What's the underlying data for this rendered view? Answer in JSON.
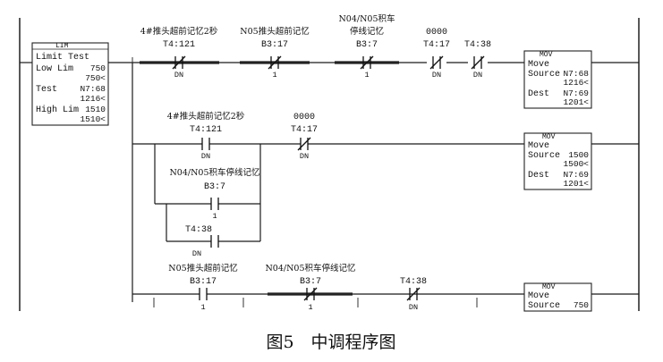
{
  "lim_block": {
    "title": "LIM",
    "name": "Limit Test",
    "low_label": "Low Lim",
    "low_value": "750",
    "low_actual": "750<",
    "test_label": "Test",
    "test_value": "N7:68",
    "test_actual": "1216<",
    "high_label": "High Lim",
    "high_value": "1510",
    "high_actual": "1510<"
  },
  "rung1": {
    "c1": {
      "label": "4#推头超前记忆2秒",
      "addr": "T4:121",
      "sub": "DN"
    },
    "c2": {
      "label": "N05推头超前记忆",
      "addr": "B3:17",
      "sub": "1"
    },
    "c3": {
      "label1": "N04/N05积车",
      "label2": "停线记忆",
      "addr": "B3:7",
      "sub": "1"
    },
    "c4": {
      "label": "0000",
      "addr": "T4:17",
      "sub": "DN"
    },
    "c5": {
      "addr": "T4:38",
      "sub": "DN"
    },
    "mov": {
      "title": "MOV",
      "name": "Move",
      "source_label": "Source",
      "source_value": "N7:68",
      "source_actual": "1216<",
      "dest_label": "Dest",
      "dest_value": "N7:69",
      "dest_actual": "1201<"
    }
  },
  "rung2": {
    "c1": {
      "label": "4#推头超前记忆2秒",
      "addr": "T4:121",
      "sub": "DN"
    },
    "c2": {
      "label": "0000",
      "addr": "T4:17",
      "sub": "DN"
    },
    "c3": {
      "label": "N04/N05积车停线记忆",
      "addr": "B3:7",
      "sub": "1"
    },
    "c4": {
      "addr": "T4:38",
      "sub": "DN"
    },
    "mov": {
      "title": "MOV",
      "name": "Move",
      "source_label": "Source",
      "source_value": "1500",
      "source_actual": "1500<",
      "dest_label": "Dest",
      "dest_value": "N7:69",
      "dest_actual": "1201<"
    }
  },
  "rung3": {
    "c1": {
      "label": "N05推头超前记忆",
      "addr": "B3:17",
      "sub": "1"
    },
    "c2": {
      "label": "N04/N05积车停线记忆",
      "addr": "B3:7",
      "sub": "1"
    },
    "c3": {
      "addr": "T4:38",
      "sub": "DN"
    },
    "mov": {
      "title": "MOV",
      "name": "Move",
      "source_label": "Source",
      "source_value": "750"
    }
  },
  "caption": "图5　中调程序图"
}
